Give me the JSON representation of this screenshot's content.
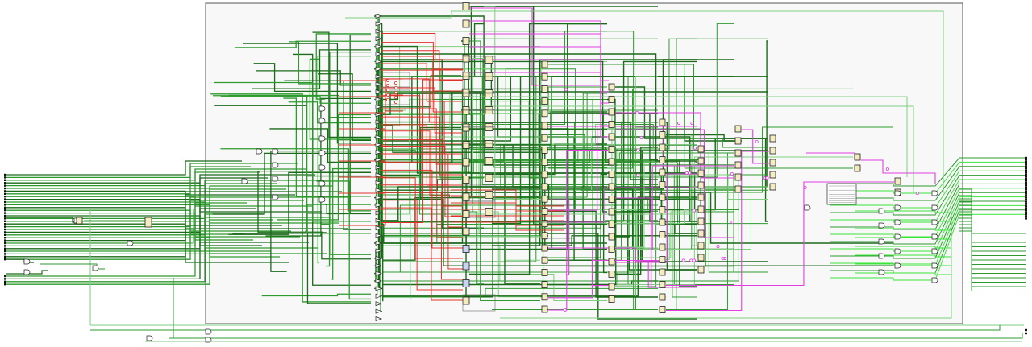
{
  "colors": {
    "background": "#ffffff",
    "module_fill": "#f8f8f8",
    "module_border": "#555555",
    "wire_dark_green": "#1a6b1a",
    "wire_mid_green": "#2e9a2e",
    "wire_light_green": "#7fcf7f",
    "wire_bright_green": "#39e639",
    "wire_red": "#e0322a",
    "wire_magenta": "#e23ee2",
    "cell_fill": "#f3ecc0",
    "cell_border": "#222222",
    "cell_alt_fill": "#c9d4f0",
    "port": "#111111"
  },
  "diagram": {
    "type": "netlist-schematic",
    "io_ports_left_count": 48,
    "io_ports_right_count": 30
  }
}
